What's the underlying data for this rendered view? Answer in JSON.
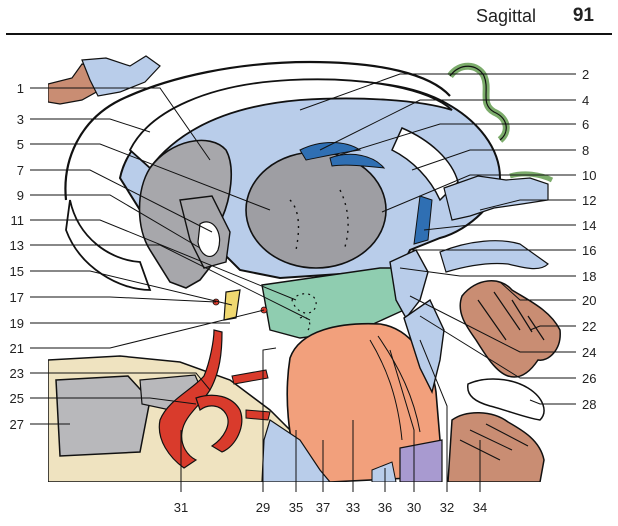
{
  "header": {
    "section": "Sagittal",
    "page_number": "91"
  },
  "left_labels": [
    "1",
    "3",
    "5",
    "7",
    "9",
    "11",
    "13",
    "15",
    "17",
    "19",
    "21",
    "23",
    "25",
    "27"
  ],
  "right_labels": [
    "2",
    "4",
    "6",
    "8",
    "10",
    "12",
    "14",
    "16",
    "18",
    "20",
    "22",
    "24",
    "26",
    "28"
  ],
  "bottom_labels": [
    "31",
    "29",
    "35",
    "37",
    "33",
    "36",
    "30",
    "32",
    "34"
  ],
  "colors": {
    "csf_blue": "#b9cdea",
    "gray_matter": "#a7a7ab",
    "thalamus_gray": "#9e9ea3",
    "green": "#8fcdb0",
    "orange": "#f2a07c",
    "purple": "#a89ad0",
    "red_vessel": "#d93b2c",
    "bone_beige": "#efe3c0",
    "gray_bone": "#b8b8bb",
    "brown": "#c98d73",
    "dark_blue": "#2f6fb3",
    "yellow": "#f0d870",
    "olive_green": "#7bab6a"
  }
}
